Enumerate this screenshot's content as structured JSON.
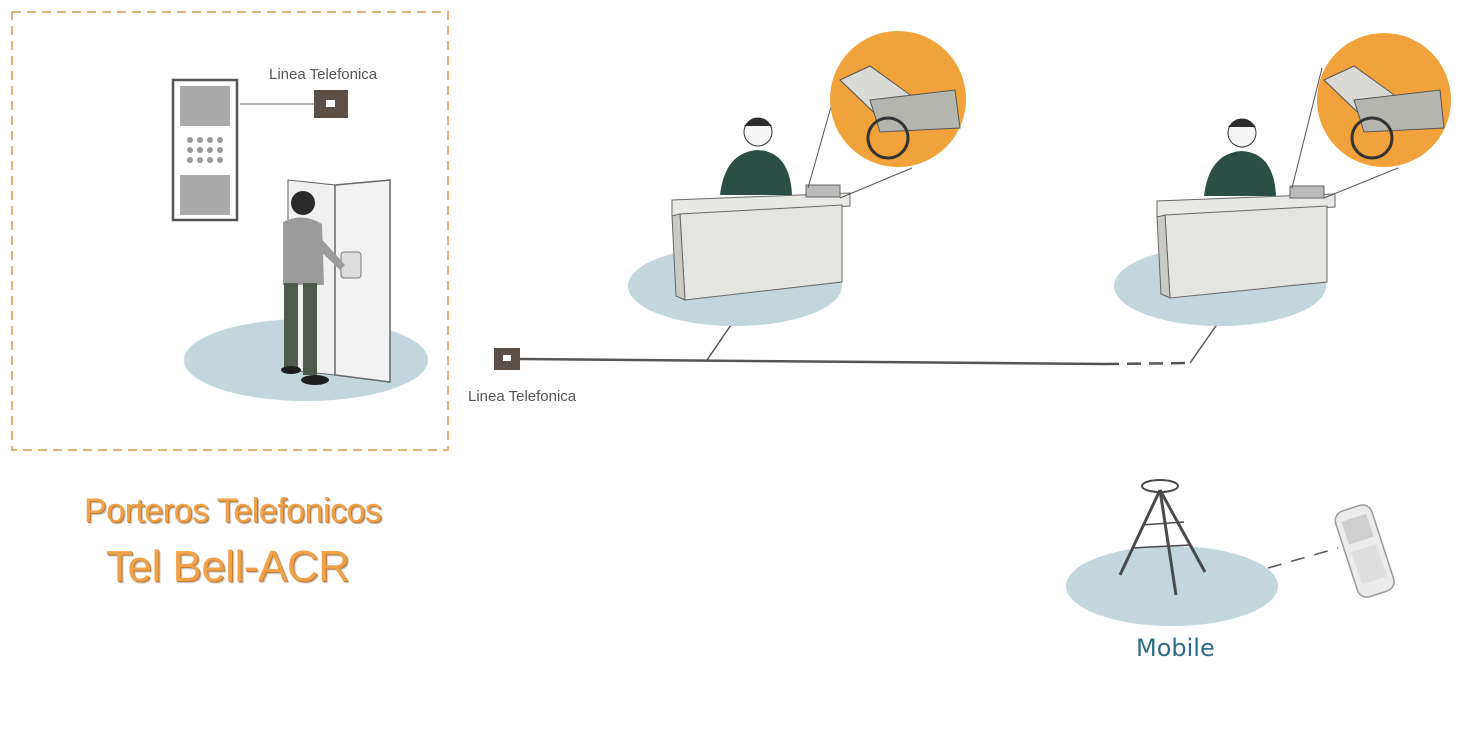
{
  "labels": {
    "line_top": "Linea Telefonica",
    "line_mid": "Linea Telefonica",
    "mobile": "Mobile"
  },
  "title": {
    "line1": "Porteros Telefonicos",
    "line2": "Tel Bell-ACR"
  },
  "colors": {
    "accent": "#f0a24a",
    "dashed_border": "#e0b27a",
    "floor": "#c2d6db",
    "connector": "#5a5048",
    "mobile_text": "#2f6d86"
  },
  "icons": [
    "door-panel-icon",
    "person-icon",
    "door-icon",
    "operator-icon",
    "phone-zoom-icon",
    "antenna-icon",
    "mobile-phone-icon",
    "connector-icon"
  ]
}
